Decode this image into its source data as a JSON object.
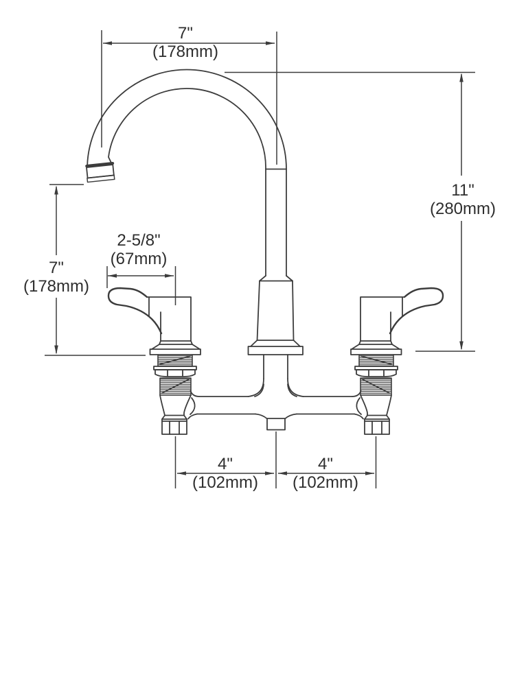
{
  "drawing": {
    "type": "faucet-dimension-diagram",
    "subject": "two-handle gooseneck faucet, front elevation with mounting hardware",
    "line_color": "#3c3c3c",
    "background_color": "#ffffff"
  },
  "dimensions": {
    "spout_reach": {
      "in": "7\"",
      "mm": "(178mm)"
    },
    "overall_height": {
      "in": "11\"",
      "mm": "(280mm)"
    },
    "spout_tip_height": {
      "in": "7\"",
      "mm": "(178mm)"
    },
    "handle_length": {
      "in": "2-5/8\"",
      "mm": "(67mm)"
    },
    "spread_left": {
      "in": "4\"",
      "mm": "(102mm)"
    },
    "spread_right": {
      "in": "4\"",
      "mm": "(102mm)"
    }
  }
}
